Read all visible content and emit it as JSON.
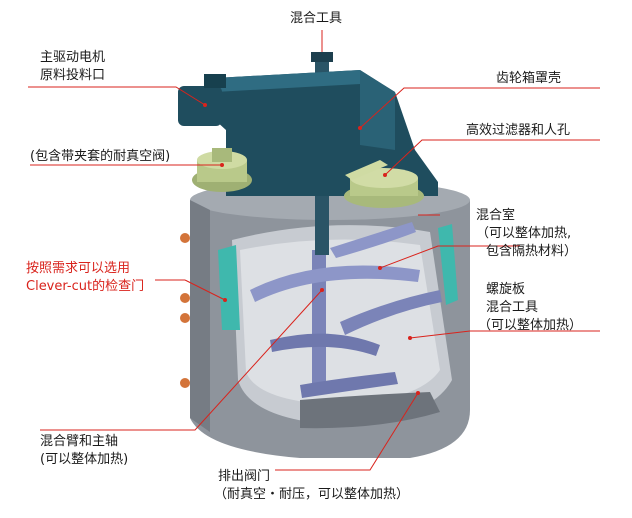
{
  "labels": {
    "mixing_tool_top": "混合工具",
    "main_motor": "主驱动电机",
    "material_inlet": "原料投料口",
    "gearbox_cover": "齿轮箱罩壳",
    "filter_manhole": "高效过滤器和人孔",
    "vacuum_valve": "(包含带夹套的耐真空阀)",
    "chamber_title": "混合室",
    "chamber_sub1": "（可以整体加热,",
    "chamber_sub2": "包含隔热材料）",
    "inspection_door_1": "按照需求可以选用",
    "inspection_door_2": "Clever-cut的检查门",
    "spiral_plate": "螺旋板",
    "mixing_tool_right": "混合工具",
    "mixing_tool_right_sub": "（可以整体加热）",
    "arm_shaft": "混合臂和主轴",
    "arm_shaft_sub": "(可以整体加热)",
    "discharge_valve": "排出阀门",
    "discharge_valve_sub": "（耐真空・耐压，可以整体加热）"
  },
  "colors": {
    "leader_red": "#d9231c",
    "gearbox": "#1f4d5e",
    "vessel_gray": "#8e949c",
    "interior": "#c7cbd1",
    "tool_blue": "#7b84b8",
    "valve_green": "#b9c98a",
    "teal": "#3fb8ad"
  },
  "icons": [
    "motor-icon",
    "gearbox-icon",
    "valve-icon",
    "filter-icon",
    "spiral-blade-icon",
    "heater-port-icon"
  ]
}
